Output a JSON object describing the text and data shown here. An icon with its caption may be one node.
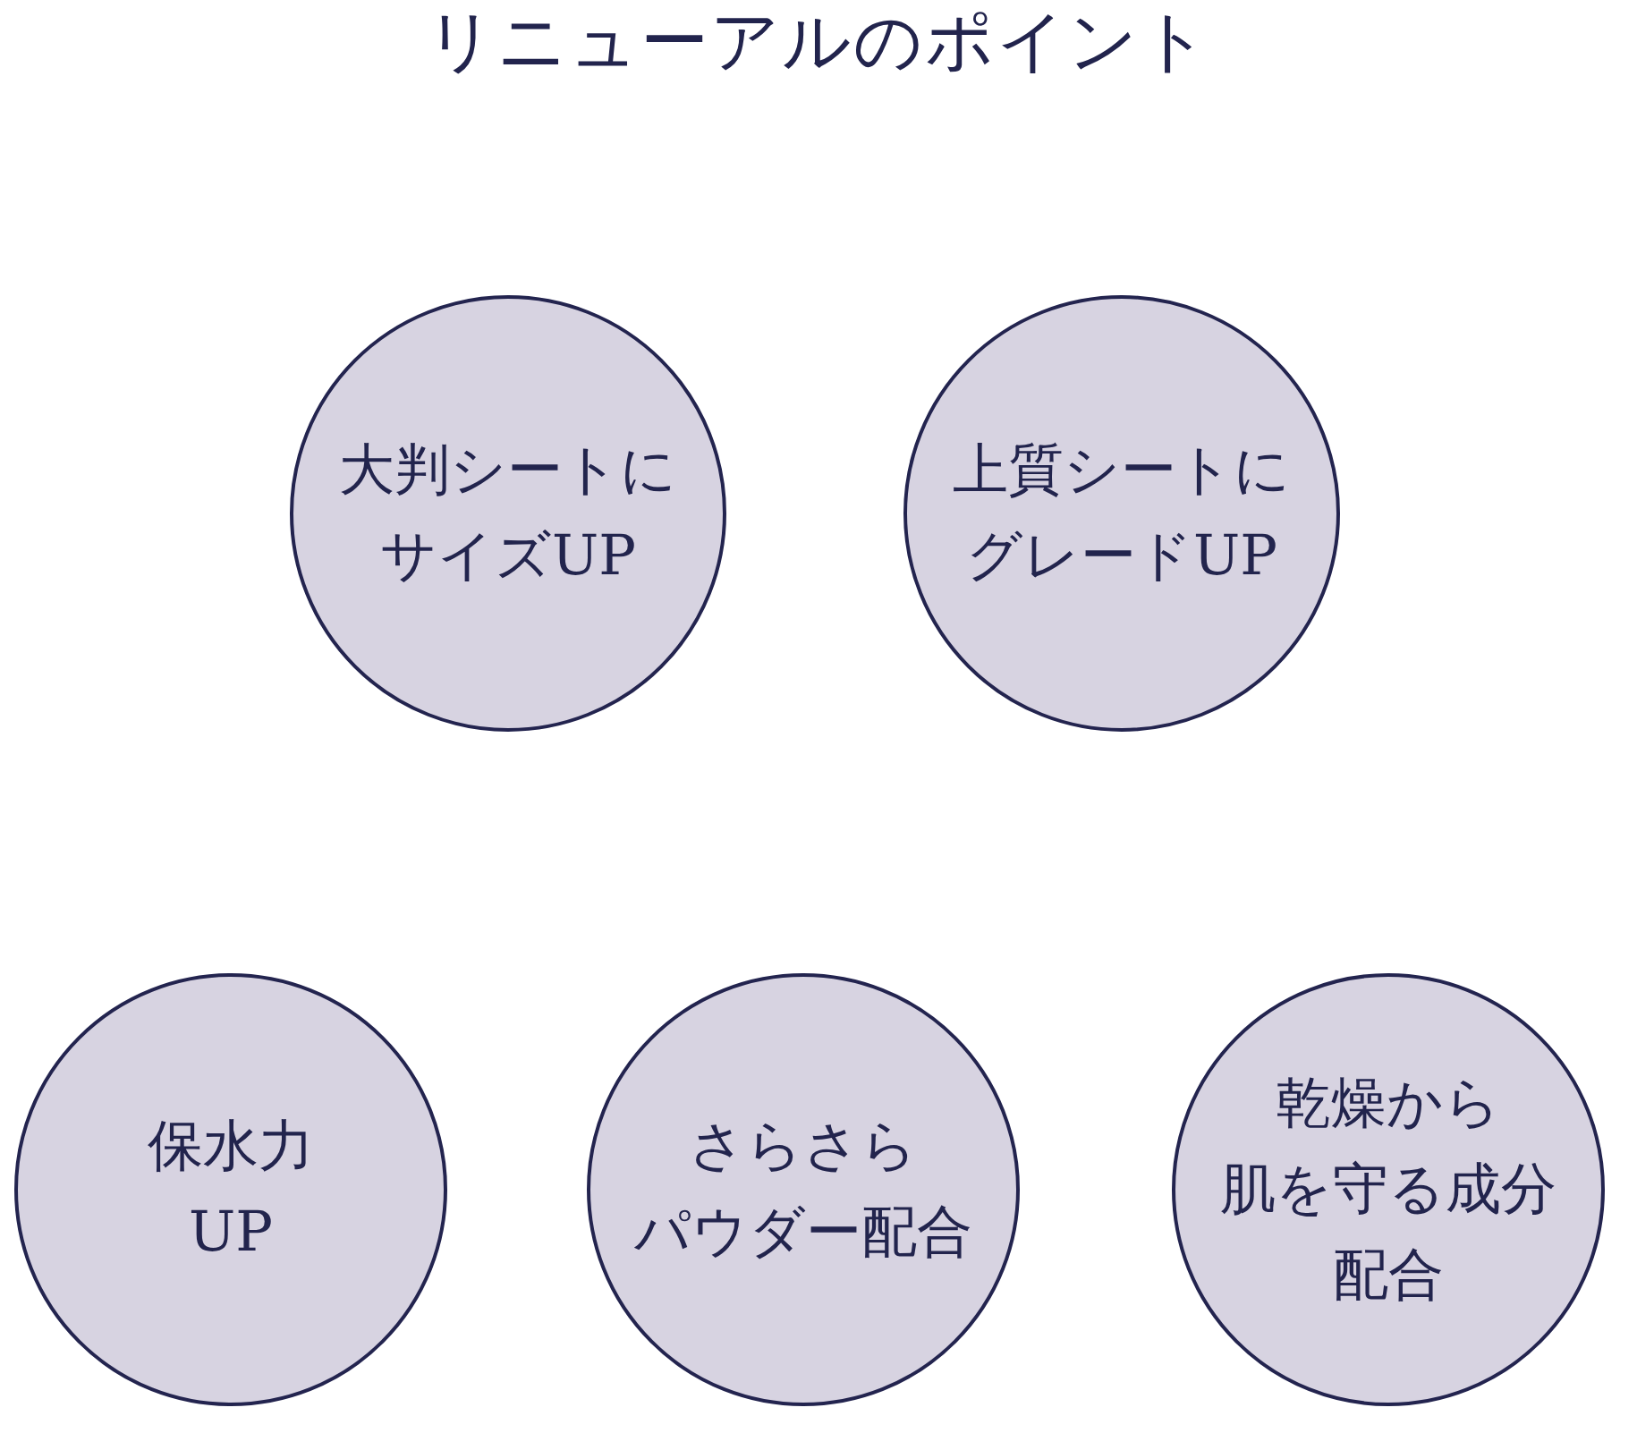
{
  "diagram": {
    "title": "リニューアルのポイント",
    "nodes": [
      {
        "text": [
          "大判シートにサイズUP"
        ]
      },
      {
        "text": [
          "上質シートにグレードUP"
        ]
      },
      {
        "text": [
          "保水力UP"
        ]
      },
      {
        "text": [
          "さらさらパウダー配合"
        ]
      },
      {
        "text": [
          "乾燥から肌を守る成分配合"
        ]
      }
    ]
  }
}
